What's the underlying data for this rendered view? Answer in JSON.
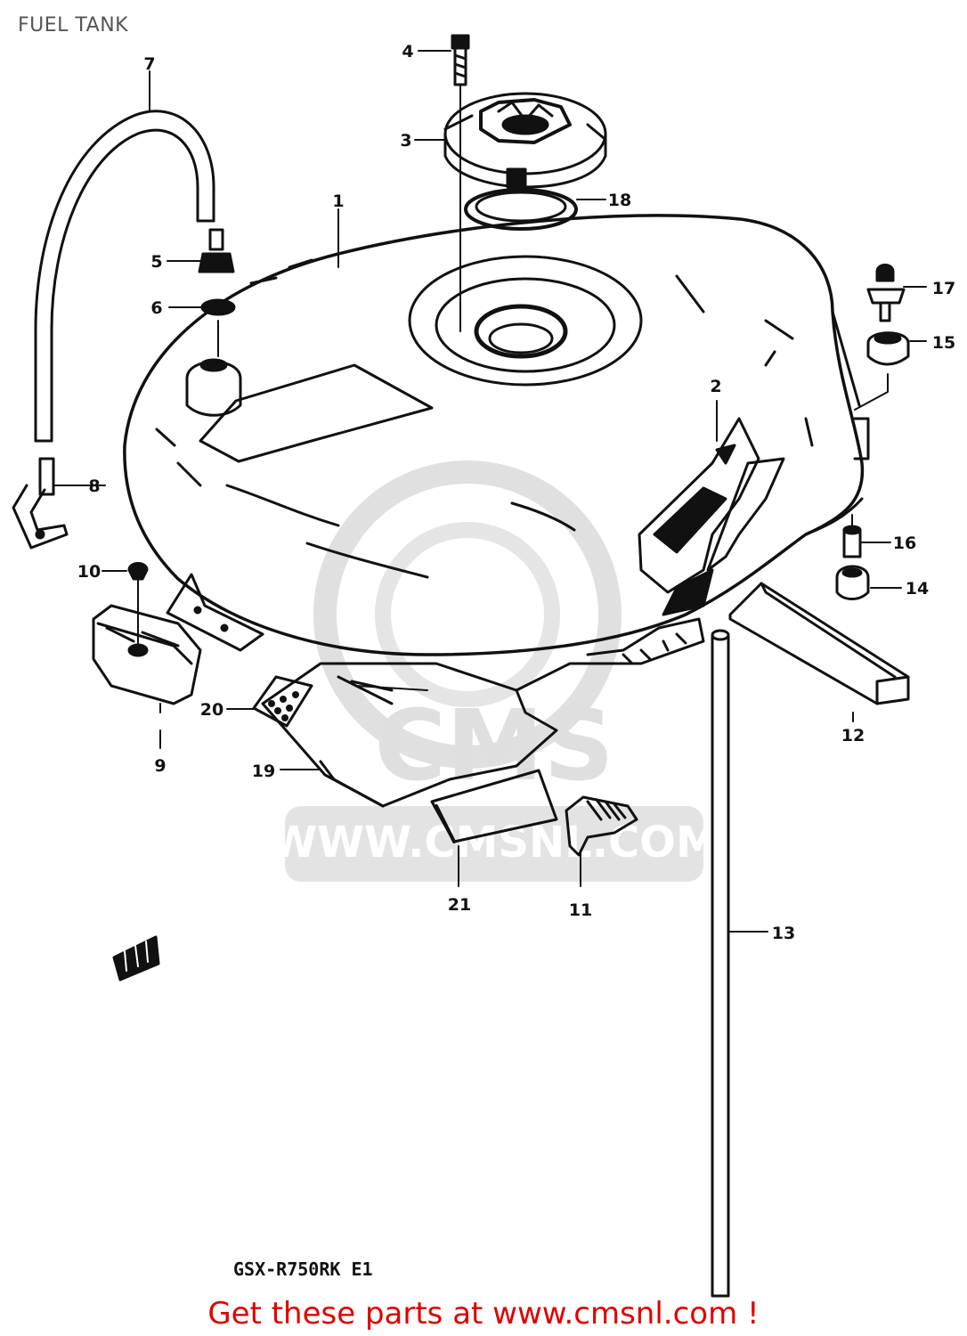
{
  "title": "FUEL TANK",
  "model_code": "GSX-R750RK E1",
  "watermark": {
    "brand": "CMS",
    "url": "WWW.CMSNL.COM"
  },
  "footer": {
    "link_text": "Get these parts at www.cmsnl.com !",
    "color": "#e00000"
  },
  "callouts": [
    "1",
    "2",
    "3",
    "4",
    "5",
    "6",
    "7",
    "8",
    "9",
    "10",
    "11",
    "12",
    "13",
    "14",
    "15",
    "16",
    "17",
    "18",
    "19",
    "20",
    "21"
  ],
  "colors": {
    "ink": "#111111",
    "watermark": "#d9d9d9",
    "title": "#555555"
  }
}
